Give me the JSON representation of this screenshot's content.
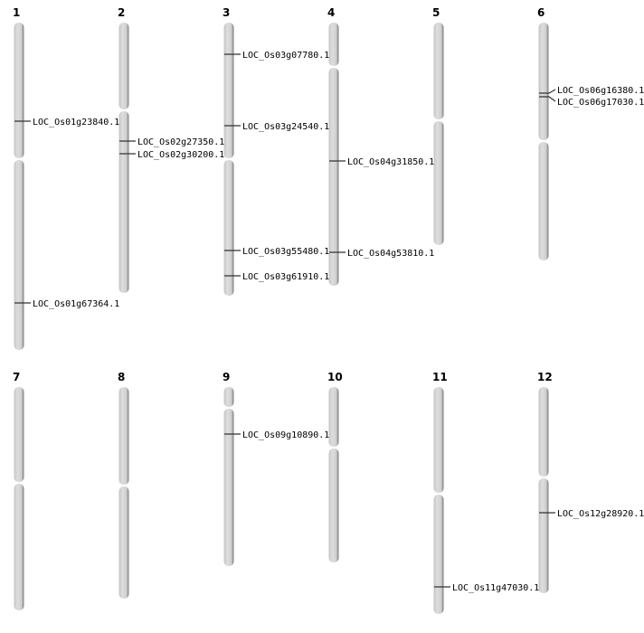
{
  "title": "Chromosome map of rice genes",
  "chromosomes": [
    {
      "name": "1",
      "genes": [
        "LOC_Os01g23840.1",
        "LOC_Os01g67364.1"
      ]
    },
    {
      "name": "2",
      "genes": [
        "LOC_Os02g27350.1",
        "LOC_Os02g30200.1"
      ]
    },
    {
      "name": "3",
      "genes": [
        "LOC_Os03g07780.1",
        "LOC_Os03g24540.1",
        "LOC_Os03g55480.1",
        "LOC_Os03g61910.1"
      ]
    },
    {
      "name": "4",
      "genes": [
        "LOC_Os04g31850.1",
        "LOC_Os04g53810.1"
      ]
    },
    {
      "name": "5",
      "genes": []
    },
    {
      "name": "6",
      "genes": [
        "LOC_Os06g16380.1",
        "LOC_Os06g17030.1"
      ]
    },
    {
      "name": "7",
      "genes": []
    },
    {
      "name": "8",
      "genes": []
    },
    {
      "name": "9",
      "genes": [
        "LOC_Os09g10890.1"
      ]
    },
    {
      "name": "10",
      "genes": []
    },
    {
      "name": "11",
      "genes": [
        "LOC_Os11g47030.1"
      ]
    },
    {
      "name": "12",
      "genes": [
        "LOC_Os12g28920.1"
      ]
    }
  ]
}
